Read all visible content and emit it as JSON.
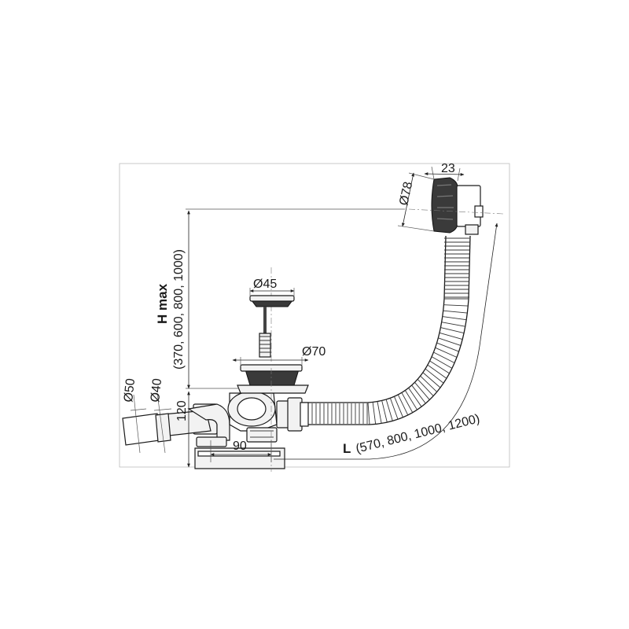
{
  "labels": {
    "cap_width": "23",
    "cap_diameter": "Ø78",
    "plug_diameter": "Ø45",
    "flange_diameter": "Ø70",
    "outlet_d50": "Ø50",
    "outlet_d40": "Ø40",
    "height_120": "120",
    "width_90": "90",
    "hmax_title": "H max",
    "hmax_values": "(370, 600, 800, 1000)",
    "length_title": "L",
    "length_values": "(570, 800, 1000, 1200)"
  },
  "colors": {
    "line": "#1a1a1a",
    "fill_light": "#f2f2f2",
    "fill_dark": "#3a3a3a",
    "frame": "#bdbdbd"
  }
}
